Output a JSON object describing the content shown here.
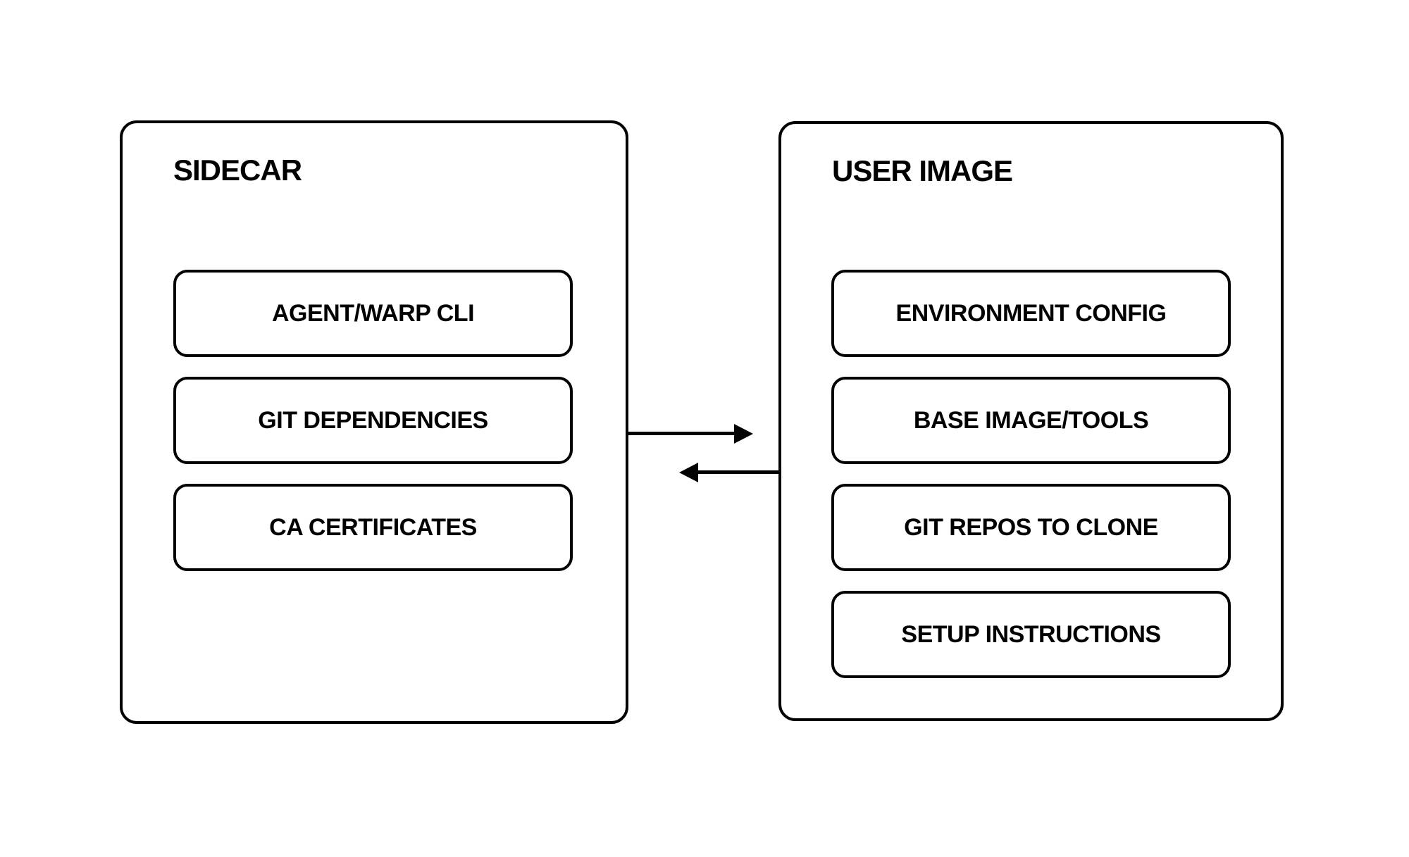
{
  "diagram": {
    "background_color": "#ffffff",
    "stroke_color": "#000000",
    "panels": [
      {
        "id": "sidecar",
        "title": "SIDECAR",
        "items": [
          "AGENT/WARP CLI",
          "GIT DEPENDENCIES",
          "CA CERTIFICATES"
        ]
      },
      {
        "id": "user-image",
        "title": "USER IMAGE",
        "items": [
          "ENVIRONMENT CONFIG",
          "BASE IMAGE/TOOLS",
          "GIT REPOS TO CLONE",
          "SETUP INSTRUCTIONS"
        ]
      }
    ],
    "arrows": [
      {
        "from": "SIDECAR",
        "to": "USER IMAGE",
        "direction": "right"
      },
      {
        "from": "USER IMAGE",
        "to": "SIDECAR",
        "direction": "left"
      }
    ]
  }
}
